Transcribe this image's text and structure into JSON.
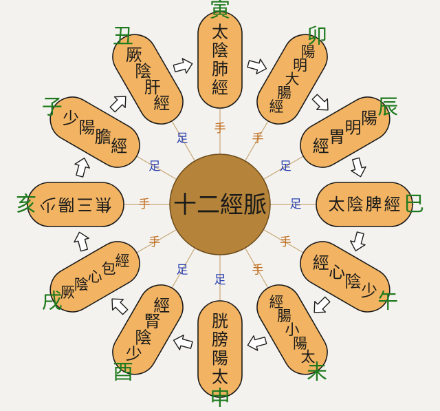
{
  "center_label": "十二經脈",
  "colors": {
    "background": "#f3f2ee",
    "petal_fill": "#f2b463",
    "petal_stroke": "#1a1a1a",
    "center_fill": "#b5843a",
    "branch_text": "#1f7a1f",
    "hand_text": "#c06a1a",
    "foot_text": "#2a3fb0",
    "ray": "#c9a777"
  },
  "meridians": [
    {
      "branch": "寅",
      "label": "太陰肺經",
      "limb": "手"
    },
    {
      "branch": "卯",
      "label": "陽明大腸經",
      "limb": "手"
    },
    {
      "branch": "辰",
      "label": "陽明胃經",
      "limb": "足"
    },
    {
      "branch": "巳",
      "label": "太陰脾經",
      "limb": "足"
    },
    {
      "branch": "午",
      "label": "少陰心經",
      "limb": "手"
    },
    {
      "branch": "未",
      "label": "太陽小腸經",
      "limb": "手"
    },
    {
      "branch": "申",
      "label": "太陽膀胱",
      "limb": "足"
    },
    {
      "branch": "酉",
      "label": "少陰腎經",
      "limb": "足"
    },
    {
      "branch": "戌",
      "label": "厥陰心包經",
      "limb": "手"
    },
    {
      "branch": "亥",
      "label": "少陽三焦",
      "limb": "手"
    },
    {
      "branch": "子",
      "label": "少陽膽經",
      "limb": "足"
    },
    {
      "branch": "丑",
      "label": "厥陰肝經",
      "limb": "足"
    }
  ]
}
